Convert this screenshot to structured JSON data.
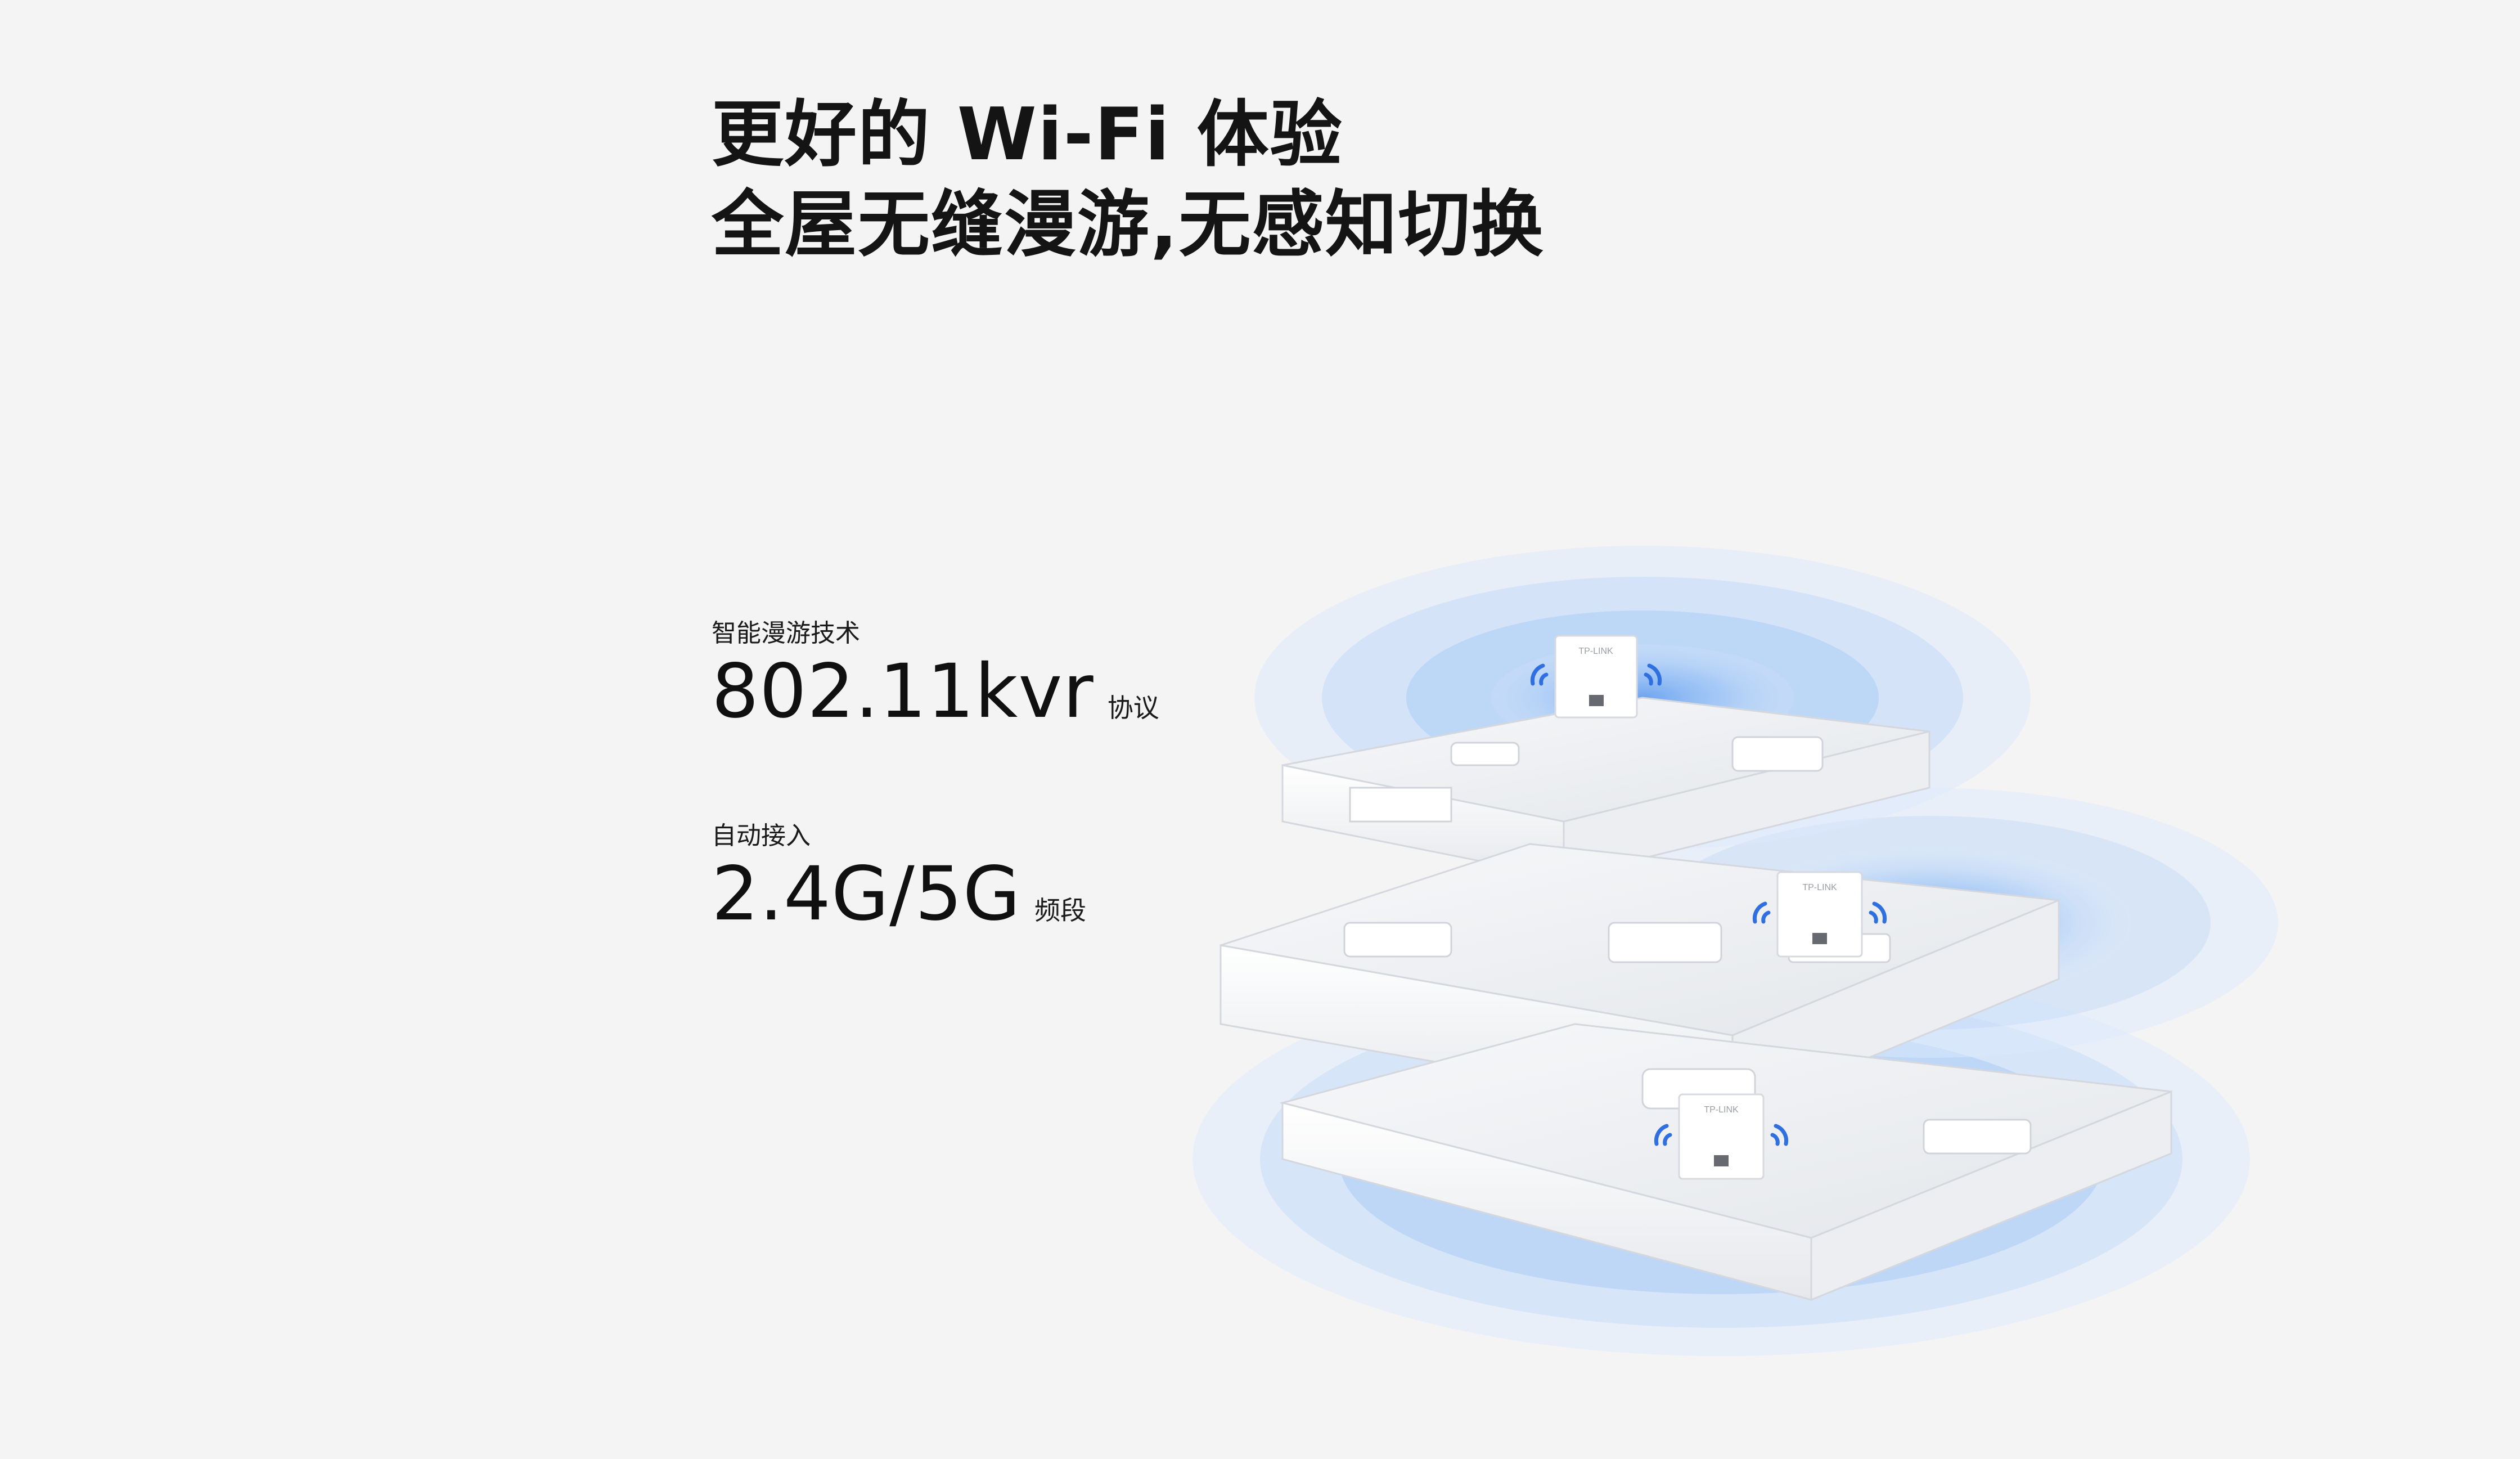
{
  "headline": {
    "line1": "更好的 Wi-Fi 体验",
    "line2": "全屋无缝漫游,无感知切换"
  },
  "features": [
    {
      "label": "智能漫游技术",
      "value": "802.11kvr",
      "unit": "协议"
    },
    {
      "label": "自动接入",
      "value": "2.4G/5G",
      "unit": "频段"
    }
  ],
  "device": {
    "brand": "TP-LINK"
  },
  "colors": {
    "background": "#f4f4f4",
    "signal_blue": "#5b9ff0",
    "wifi_icon": "#2f6fe0",
    "building": "#ffffff"
  }
}
